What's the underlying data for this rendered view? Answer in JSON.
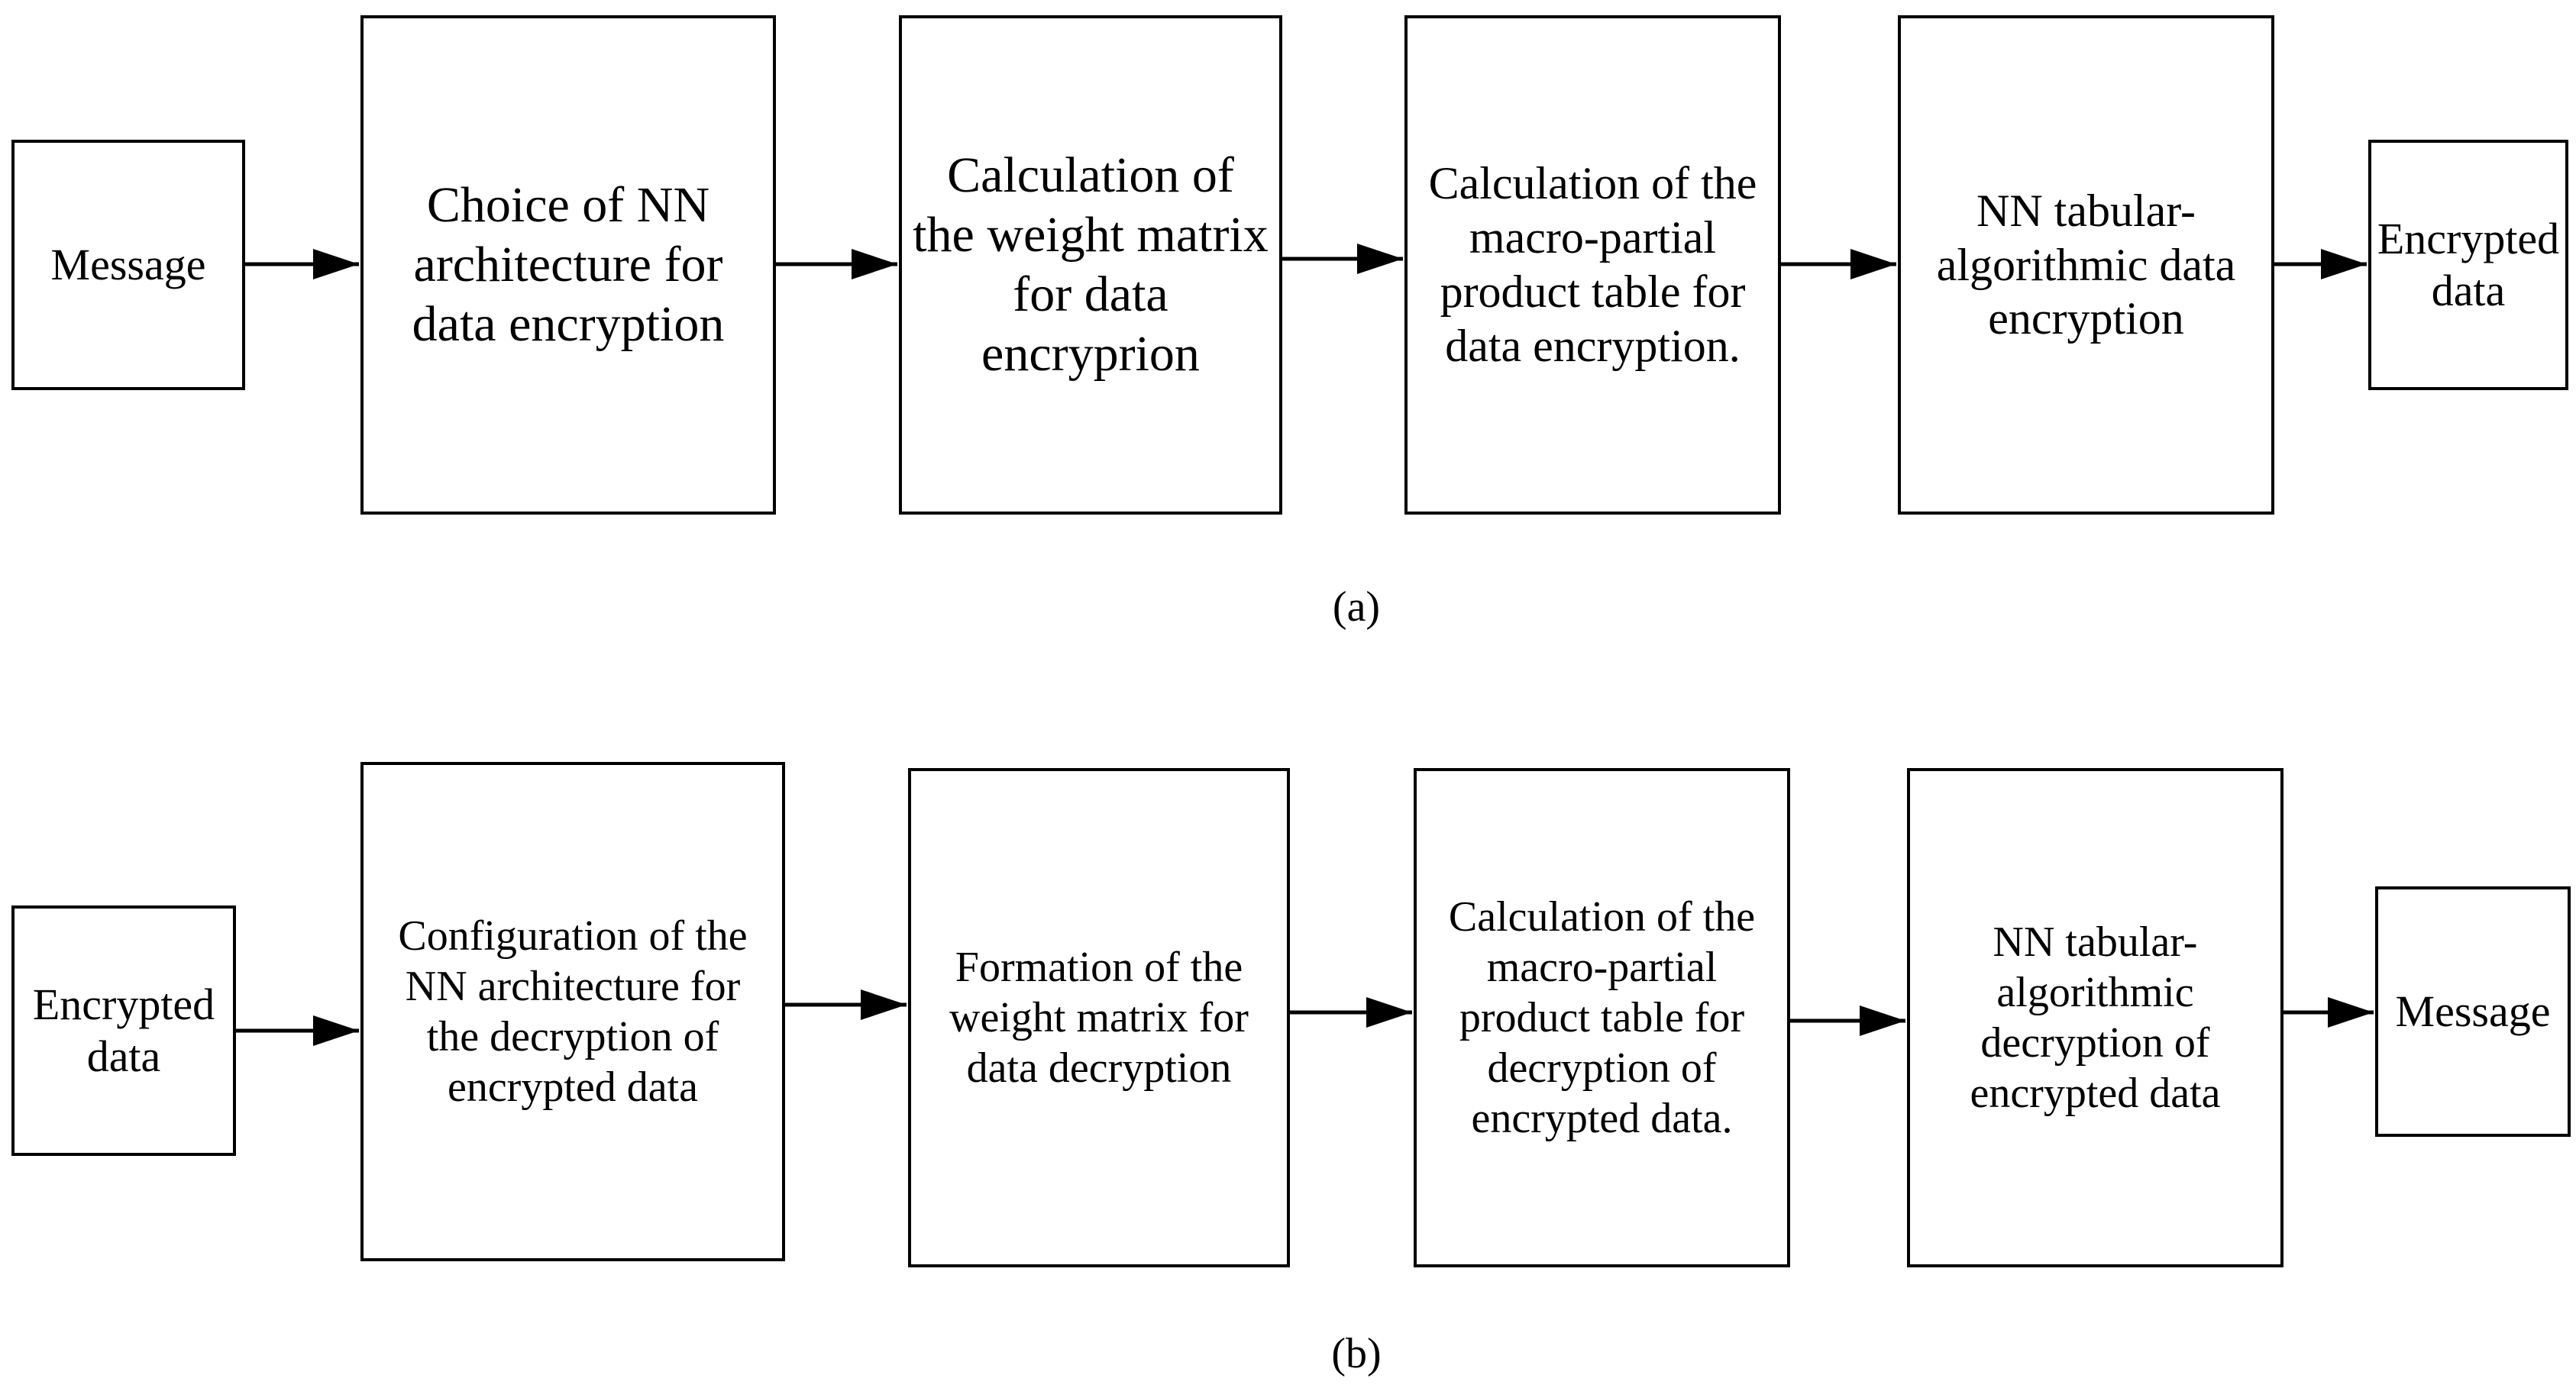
{
  "encryption_flow": {
    "message": "Message",
    "step1": "Choice of NN\narchitecture for\ndata encryption",
    "step2": "Calculation of\nthe weight matrix\nfor data\nencryprion",
    "step3": "Calculation of the\nmacro-partial\nproduct table for\ndata encryption.",
    "step4": "NN tabular-\nalgorithmic data\nencryption",
    "output": "Encrypted\ndata",
    "caption": "(a)"
  },
  "decryption_flow": {
    "input": "Encrypted\ndata",
    "step1": "Configuration of the\nNN architecture for\nthe decryption of\nencrypted data",
    "step2": "Formation of the\nweight matrix for\ndata decryption",
    "step3": "Calculation of the\nmacro-partial\nproduct table for\ndecryption of\nencrypted data.",
    "step4": "NN tabular-\nalgorithmic\ndecryption of\nencrypted data",
    "output": "Message",
    "caption": "(b)"
  }
}
